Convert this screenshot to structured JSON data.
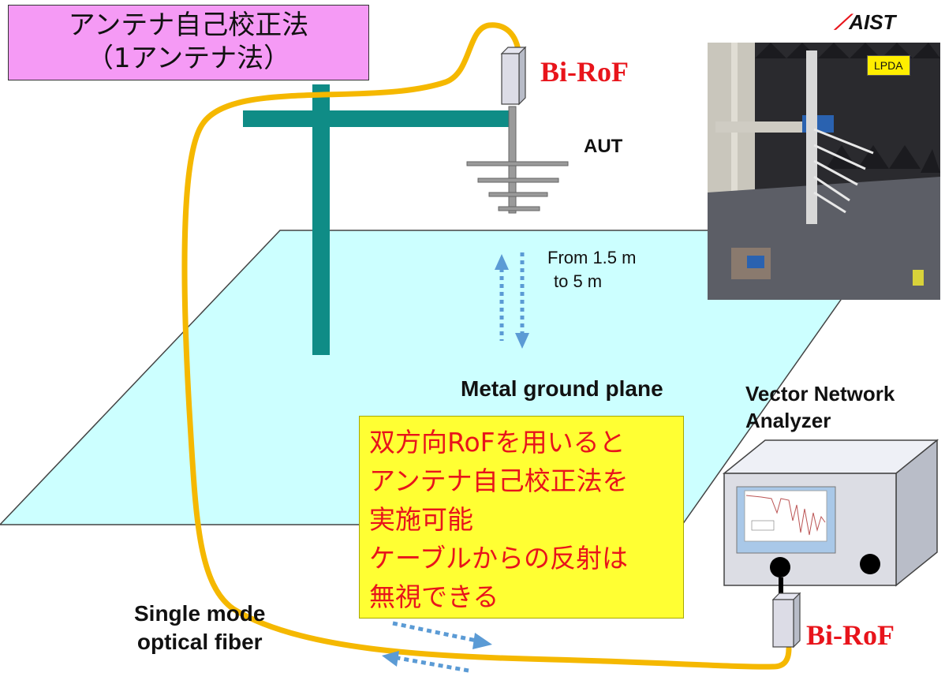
{
  "title": {
    "line1": "アンテナ自己校正法",
    "line2": "（1アンテナ法）"
  },
  "logo": {
    "text": "AIST"
  },
  "photo": {
    "tag": "LPDA"
  },
  "labels": {
    "birof_top": "Bi-RoF",
    "birof_bottom": "Bi-RoF",
    "aut": "AUT",
    "height_line1": "From 1.5 m",
    "height_line2": "to 5 m",
    "ground_plane": "Metal ground plane",
    "vna_line1": "Vector Network",
    "vna_line2": "Analyzer",
    "fiber_line1": "Single mode",
    "fiber_line2": "optical fiber"
  },
  "note": {
    "lines": [
      "双方向RoFを用いると",
      "アンテナ自己校正法を",
      "実施可能",
      "ケーブルからの反射は",
      "無視できる"
    ]
  },
  "colors": {
    "fiber": "#f5b800",
    "mast": "#0f8c86",
    "plane": "#ccffff",
    "title_bg": "#f59af5",
    "note_bg": "#ffff33",
    "note_text": "#e8141b",
    "arrow": "#5b9bd5"
  }
}
